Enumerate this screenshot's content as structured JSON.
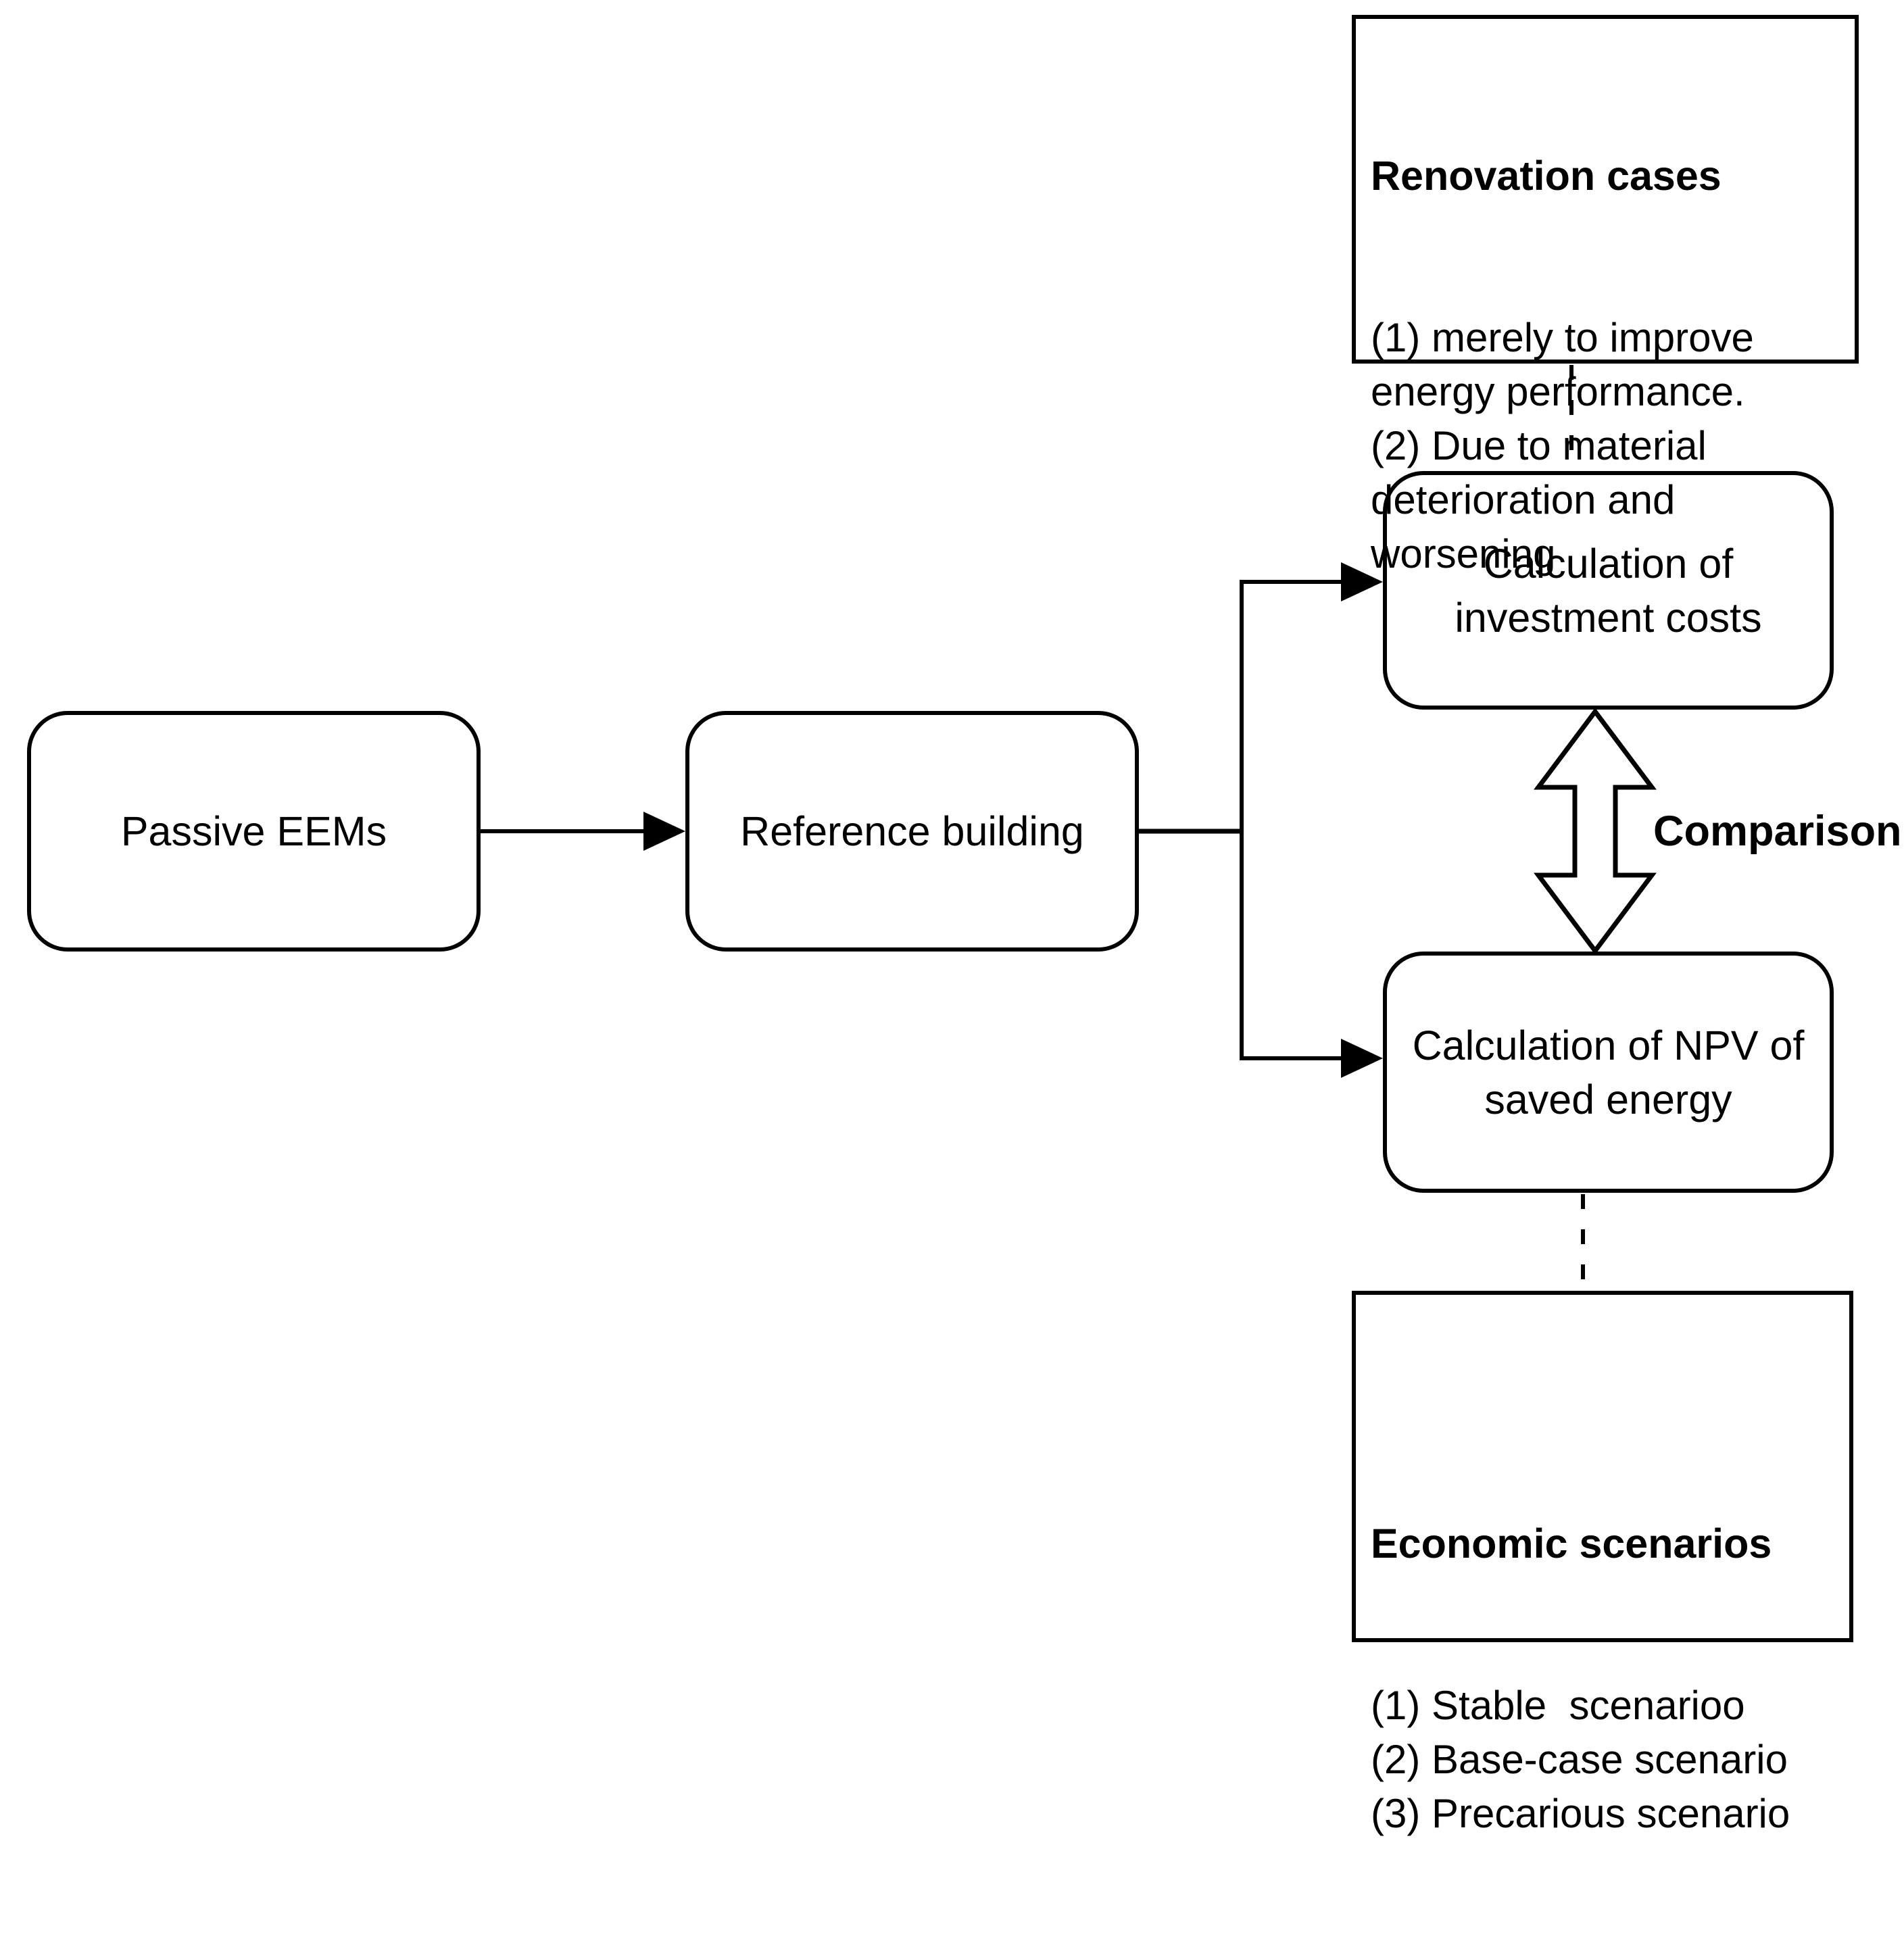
{
  "figure": {
    "background_color": "#ffffff",
    "stroke_color": "#000000",
    "nodes": {
      "passive_eems": {
        "label": "Passive EEMs"
      },
      "reference_building": {
        "label": "Reference building"
      },
      "calc_investment": {
        "label": "Calculation of\ninvestment costs"
      },
      "calc_npv": {
        "label": "Calculation of NPV of\nsaved energy"
      },
      "renovation_cases": {
        "title": "Renovation cases",
        "body": "(1) merely to improve\nenergy performance.\n(2) Due to material\ndeterioration and\nworsening"
      },
      "economic_scenarios": {
        "title": "Economic scenarios",
        "body": "(1) Stable  scenarioo\n(2) Base-case scenario\n(3) Precarious scenario"
      }
    },
    "annotations": {
      "comparison": "Comparison"
    }
  }
}
